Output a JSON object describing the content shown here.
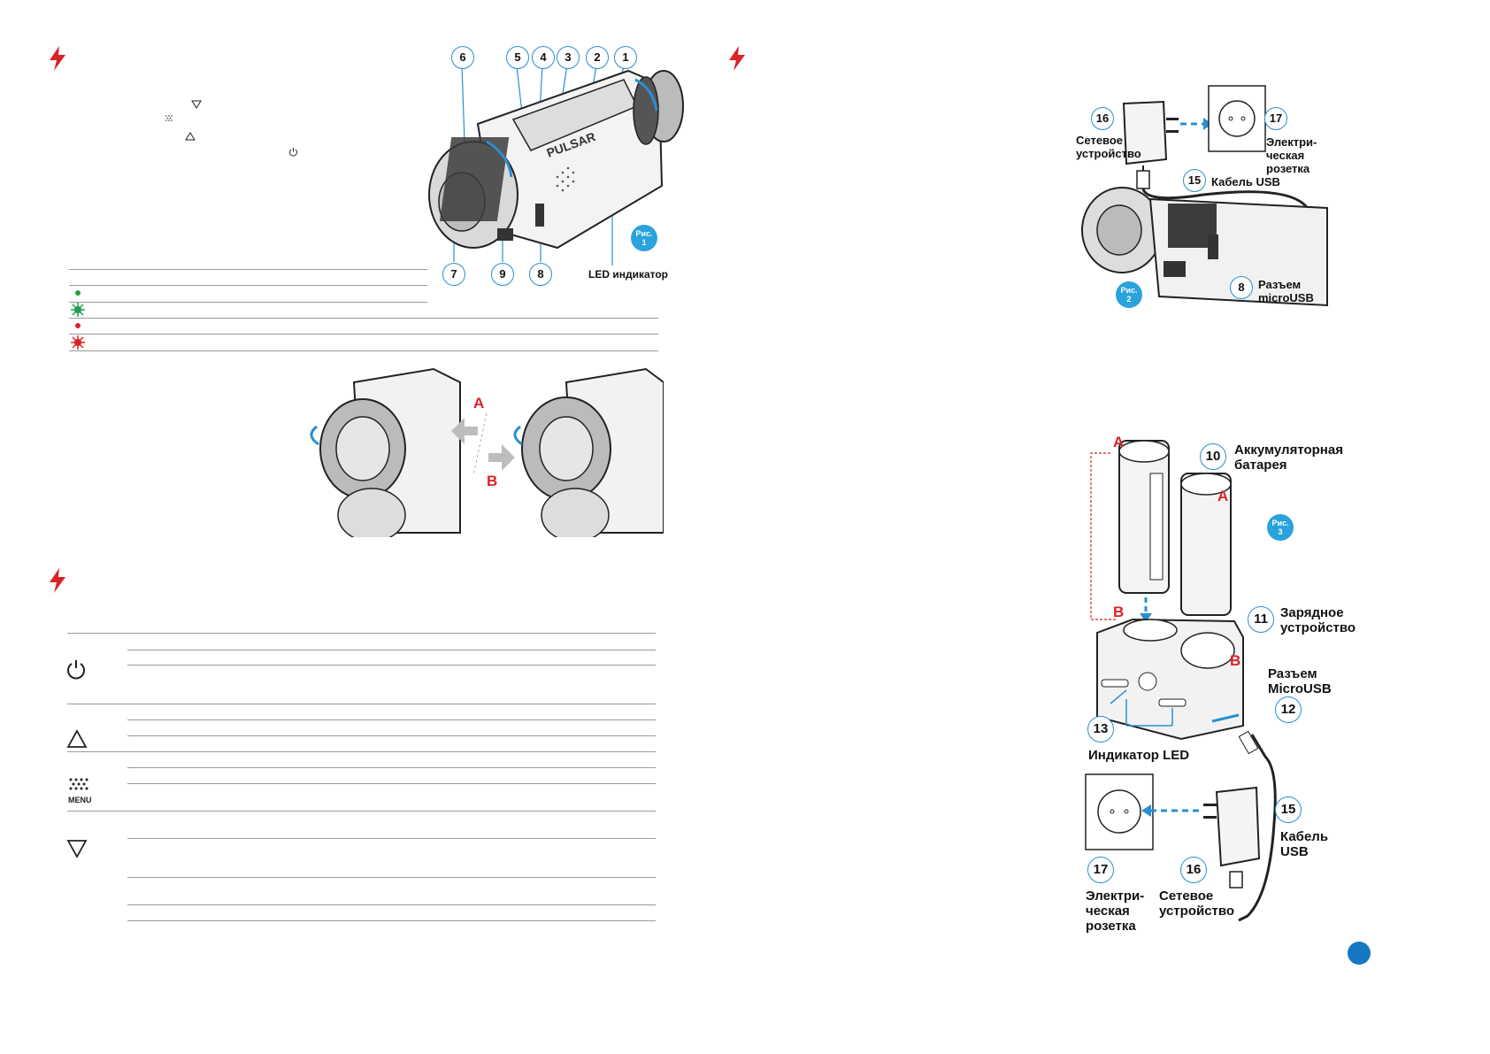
{
  "figure1": {
    "callouts": [
      "6",
      "5",
      "4",
      "3",
      "2",
      "1",
      "7",
      "9",
      "8"
    ],
    "led_label": "LED индикатор",
    "badge": {
      "line1": "Рис.",
      "line2": "1"
    }
  },
  "figure2": {
    "badge": {
      "line1": "Рис.",
      "line2": "2"
    },
    "c16": "16",
    "c17": "17",
    "c15": "15",
    "c8": "8",
    "adapter_label": "Сетевое\nустройство",
    "socket_label": "Электри-\nческая\nрозетка",
    "cable_label": "Кабель USB",
    "port_label": "Разъем\nmicroUSB"
  },
  "figure_ab": {
    "a": "A",
    "b": "B"
  },
  "figure3": {
    "badge": {
      "line1": "Рис.",
      "line2": "3"
    },
    "c10": "10",
    "c11": "11",
    "c12": "12",
    "c13": "13",
    "c15": "15",
    "c16": "16",
    "c17": "17",
    "battery_label": "Аккумуляторная\nбатарея",
    "charger_label": "Зарядное\nустройство",
    "port_label": "Разъем\nMicroUSB",
    "led_label": "Индикатор LED",
    "cable_label": "Кабель\nUSB",
    "adapter_label": "Сетевое\nустройство",
    "socket_label": "Электри-\nческая\nрозетка",
    "a": "A",
    "b": "B",
    "a2": "A",
    "b2": "B"
  },
  "buttons_table": {
    "menu_caption": "MENU"
  },
  "colors": {
    "accent": "#2a8fd0",
    "warning": "#d92328",
    "led_green": "#1f9e4a",
    "led_red": "#d92328",
    "page_dot": "#1677c2"
  },
  "icons": [
    "lightning-icon",
    "power-icon",
    "up-triangle-icon",
    "menu-dots-icon",
    "down-triangle-icon",
    "led-green-dot-icon",
    "led-green-blink-icon",
    "led-red-dot-icon",
    "led-red-blink-icon"
  ]
}
